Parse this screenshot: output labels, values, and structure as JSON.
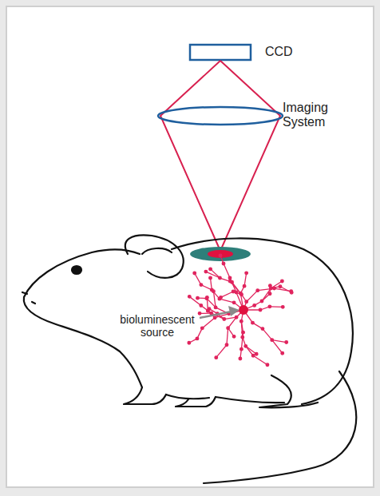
{
  "diagram": {
    "labels": [
      "CCD",
      "Imaging System",
      "bioluminescent source"
    ]
  }
}
